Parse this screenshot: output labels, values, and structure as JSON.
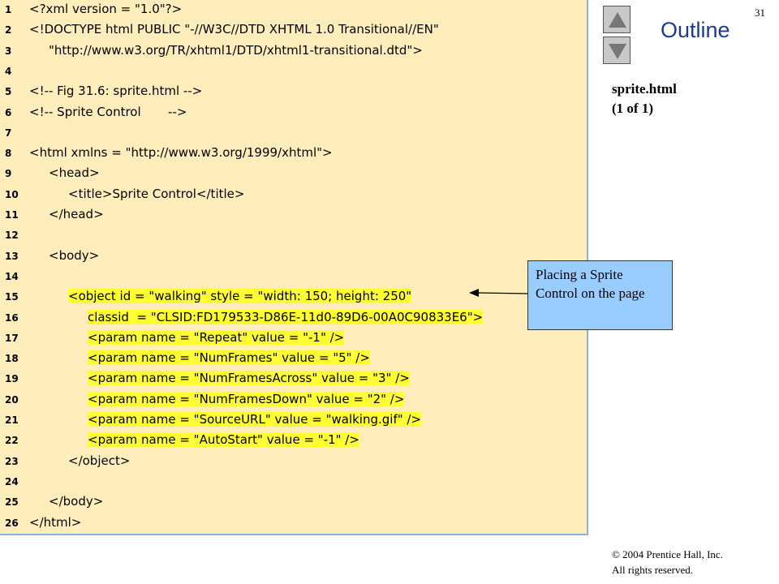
{
  "code_lines": [
    {
      "n": "1",
      "text": "<?xml version = \"1.0\"?>",
      "indent": 0,
      "highlight": false
    },
    {
      "n": "2",
      "text": "<!DOCTYPE html PUBLIC \"-//W3C//DTD XHTML 1.0 Transitional//EN\"",
      "indent": 0,
      "highlight": false
    },
    {
      "n": "3",
      "text": "\"http://www.w3.org/TR/xhtml1/DTD/xhtml1-transitional.dtd\">",
      "indent": 2,
      "highlight": false
    },
    {
      "n": "4",
      "text": "",
      "indent": 0,
      "highlight": false
    },
    {
      "n": "5",
      "text": "<!-- Fig 31.6: sprite.html -->",
      "indent": 0,
      "highlight": false
    },
    {
      "n": "6",
      "text": "<!-- Sprite Control       -->",
      "indent": 0,
      "highlight": false
    },
    {
      "n": "7",
      "text": "",
      "indent": 0,
      "highlight": false
    },
    {
      "n": "8",
      "text": "<html xmlns = \"http://www.w3.org/1999/xhtml\">",
      "indent": 0,
      "highlight": false
    },
    {
      "n": "9",
      "text": "<head>",
      "indent": 2,
      "highlight": false
    },
    {
      "n": "10",
      "text": "<title>Sprite Control</title>",
      "indent": 4,
      "highlight": false
    },
    {
      "n": "11",
      "text": "</head>",
      "indent": 2,
      "highlight": false
    },
    {
      "n": "12",
      "text": "",
      "indent": 0,
      "highlight": false
    },
    {
      "n": "13",
      "text": "<body>",
      "indent": 2,
      "highlight": false
    },
    {
      "n": "14",
      "text": "",
      "indent": 0,
      "highlight": false
    },
    {
      "n": "15",
      "text": "<object id = \"walking\" style = \"width: 150; height: 250\"",
      "indent": 4,
      "highlight": true
    },
    {
      "n": "16",
      "text": "classid  = \"CLSID:FD179533-D86E-11d0-89D6-00A0C90833E6\">",
      "indent": 6,
      "highlight": true
    },
    {
      "n": "17",
      "text": "<param name = \"Repeat\" value = \"-1\" />",
      "indent": 6,
      "highlight": true
    },
    {
      "n": "18",
      "text": "<param name = \"NumFrames\" value = \"5\" />",
      "indent": 6,
      "highlight": true
    },
    {
      "n": "19",
      "text": "<param name = \"NumFramesAcross\" value = \"3\" />",
      "indent": 6,
      "highlight": true
    },
    {
      "n": "20",
      "text": "<param name = \"NumFramesDown\" value = \"2\" />",
      "indent": 6,
      "highlight": true
    },
    {
      "n": "21",
      "text": "<param name = \"SourceURL\" value = \"walking.gif\" />",
      "indent": 6,
      "highlight": true
    },
    {
      "n": "22",
      "text": "<param name = \"AutoStart\" value = \"-1\" />",
      "indent": 6,
      "highlight": true
    },
    {
      "n": "23",
      "text": "</object>",
      "indent": 4,
      "highlight": false
    },
    {
      "n": "24",
      "text": "",
      "indent": 0,
      "highlight": false
    },
    {
      "n": "25",
      "text": "</body>",
      "indent": 2,
      "highlight": false
    },
    {
      "n": "26",
      "text": "</html>",
      "indent": 0,
      "highlight": false
    }
  ],
  "outline": {
    "title": "Outline",
    "slide_number": "31",
    "file_name": "sprite.html",
    "page_info": "(1 of 1)"
  },
  "callout": {
    "text": "Placing a Sprite Control on the page"
  },
  "copyright": {
    "line1": "© 2004 Prentice Hall, Inc.",
    "line2": "All rights reserved."
  },
  "nav": {
    "up_icon": "up-arrow-icon",
    "down_icon": "down-arrow-icon"
  },
  "colors": {
    "code_background": "#ffeebb",
    "highlight": "#ffff33",
    "callout_background": "#99ccff",
    "outline_title": "#1f3a8a"
  }
}
